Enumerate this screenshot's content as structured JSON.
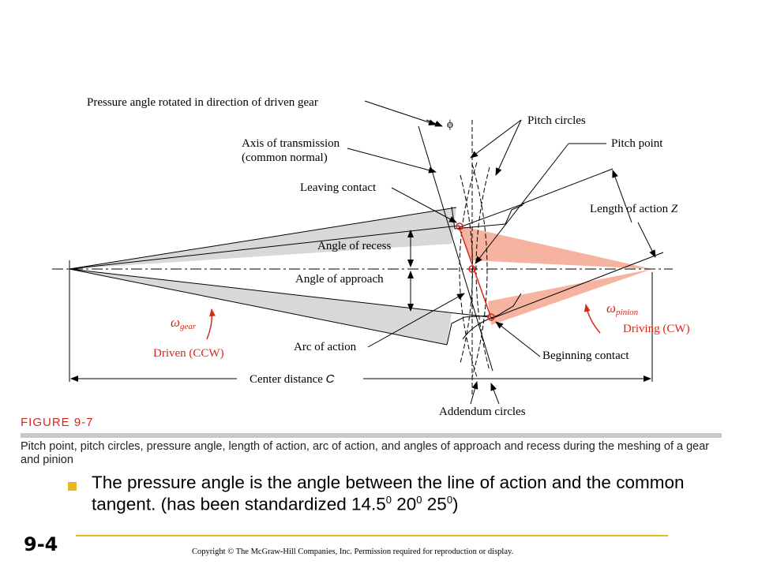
{
  "diagram": {
    "labels": {
      "pressure_angle_rotated": "Pressure angle rotated in direction of driven gear",
      "phi": "ϕ",
      "pitch_circles": "Pitch circles",
      "axis_transmission_1": "Axis of transmission",
      "axis_transmission_2": "(common normal)",
      "pitch_point": "Pitch point",
      "leaving_contact": "Leaving contact",
      "length_of_action": "Length of action",
      "length_of_action_symbol": "Z",
      "angle_of_recess": "Angle of recess",
      "angle_of_approach": "Angle of approach",
      "omega": "ω",
      "gear_sub": "gear",
      "pinion_sub": "pinion",
      "driven": "Driven (CCW)",
      "driving": "Driving (CW)",
      "arc_of_action": "Arc of action",
      "beginning_contact": "Beginning contact",
      "center_distance": "Center distance",
      "center_distance_symbol": "C",
      "addendum_circles": "Addendum circles"
    },
    "colors": {
      "annotation_red": "#d9261c",
      "shade_gray": "#d8d8d8",
      "shade_pink": "#f5b3a0"
    }
  },
  "figure": {
    "title": "FIGURE 9-7",
    "caption": "Pitch point, pitch circles, pressure angle, length of action, arc of action, and angles of approach and recess during the meshing of a gear and pinion"
  },
  "bullet": {
    "text_1": "The pressure angle is the angle between the line of action and the common tangent. (has been standardized 14.5",
    "sup_1": "0",
    "text_2": " 20",
    "sup_2": "0",
    "text_3": " 25",
    "sup_3": "0",
    "text_4": ")"
  },
  "footer": {
    "slide_number": "9-4",
    "copyright": "Copyright © The McGraw-Hill Companies, Inc. Permission required for reproduction or display."
  }
}
